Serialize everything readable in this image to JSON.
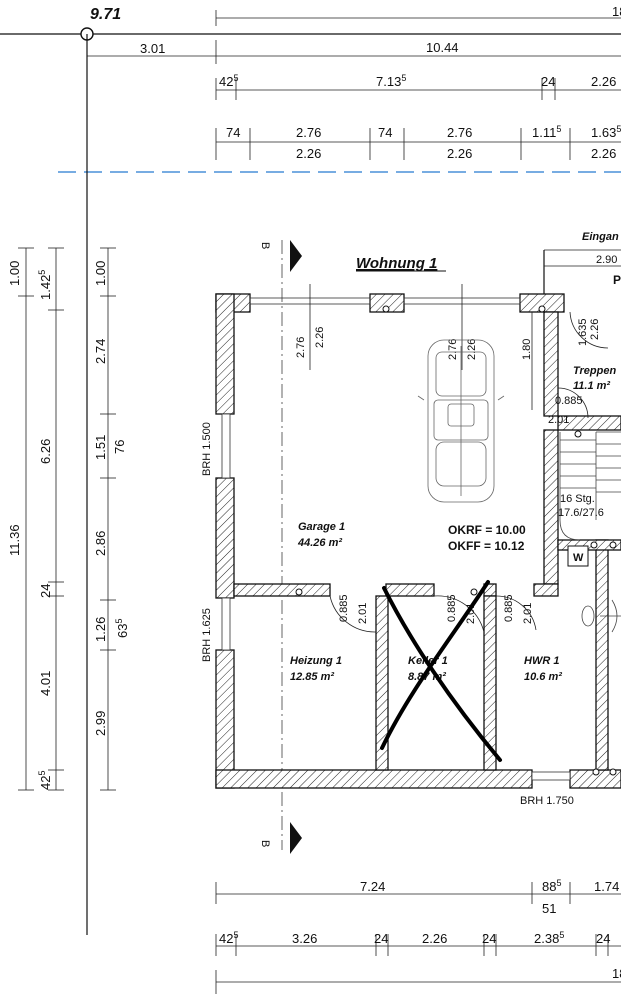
{
  "top": {
    "level_label": "9.71",
    "row0_right": "18",
    "row1": [
      "3.01",
      "10.44"
    ],
    "row2": [
      {
        "v": "42",
        "s": "5"
      },
      {
        "v": "7.13",
        "s": "5"
      },
      {
        "v": "24",
        "s": ""
      },
      {
        "v": "2.26",
        "s": ""
      }
    ],
    "row3_top": [
      {
        "v": "74",
        "s": ""
      },
      {
        "v": "2.76",
        "s": ""
      },
      {
        "v": "74",
        "s": ""
      },
      {
        "v": "2.76",
        "s": ""
      },
      {
        "v": "1.11",
        "s": "5"
      },
      {
        "v": "1.63",
        "s": "5"
      }
    ],
    "row3_bottom": [
      "2.26",
      "2.26",
      "2.26"
    ]
  },
  "left": {
    "outer": {
      "total": "11.36"
    },
    "mid": [
      {
        "v": "1.42",
        "s": "5"
      },
      {
        "v": "6.26",
        "s": ""
      },
      {
        "v": "24",
        "s": ""
      },
      {
        "v": "4.01",
        "s": ""
      },
      {
        "v": "42",
        "s": "5"
      }
    ],
    "outer_top": "1.00",
    "inner": [
      {
        "v": "1.00",
        "s": ""
      },
      {
        "v": "2.74",
        "s": ""
      },
      {
        "v": "1.51",
        "s": ""
      },
      {
        "v": "2.86",
        "s": ""
      },
      {
        "v": "1.26",
        "s": ""
      },
      {
        "v": "2.99",
        "s": ""
      }
    ],
    "inner2": [
      {
        "v": "76",
        "s": ""
      },
      {
        "v": "63",
        "s": "5"
      }
    ]
  },
  "plan": {
    "title": "Wohnung 1",
    "section_mark": "B",
    "entrance_label": "Eingan",
    "entrance_dim": "2.90",
    "p_label": "P",
    "rooms": [
      {
        "name": "Garage 1",
        "area": "44.26 m²"
      },
      {
        "name": "Heizung 1",
        "area": "12.85 m²"
      },
      {
        "name": "Keller 1",
        "area": "8.87 m²"
      },
      {
        "name": "HWR 1",
        "area": "10.6 m²"
      },
      {
        "name": "Treppen",
        "area": "11.1 m²"
      }
    ],
    "okrf": "OKRF = 10.00",
    "okff": "OKFF = 10.12",
    "brh": [
      "BRH 1.500",
      "BRH 1.625",
      "BRH 1.750"
    ],
    "openings": {
      "garage_win": [
        "2.76",
        "2.26"
      ],
      "garage_door": [
        "2.76",
        "2.26"
      ],
      "side_door": "1.80",
      "stair_door": [
        "1.635",
        "2.26"
      ],
      "stair_small": [
        "0.885",
        "2.01"
      ],
      "heiz_door": [
        "0.885",
        "2.01"
      ],
      "keller_door": [
        "0.885",
        "2.01"
      ],
      "hwr_door": [
        "0.885",
        "2.01"
      ]
    },
    "stairs": [
      "16 Stg.",
      "17.6/27.6"
    ],
    "washer": "W"
  },
  "bottom": {
    "row1": [
      {
        "v": "7.24",
        "s": ""
      },
      {
        "v": "88",
        "s": "5"
      },
      {
        "v": "1.74",
        "s": ""
      }
    ],
    "row1_sub": "51",
    "row2": [
      {
        "v": "42",
        "s": "5"
      },
      {
        "v": "3.26",
        "s": ""
      },
      {
        "v": "24",
        "s": ""
      },
      {
        "v": "2.26",
        "s": ""
      },
      {
        "v": "24",
        "s": ""
      },
      {
        "v": "2.38",
        "s": "5"
      },
      {
        "v": "24",
        "s": ""
      }
    ],
    "row3_right": "18"
  }
}
